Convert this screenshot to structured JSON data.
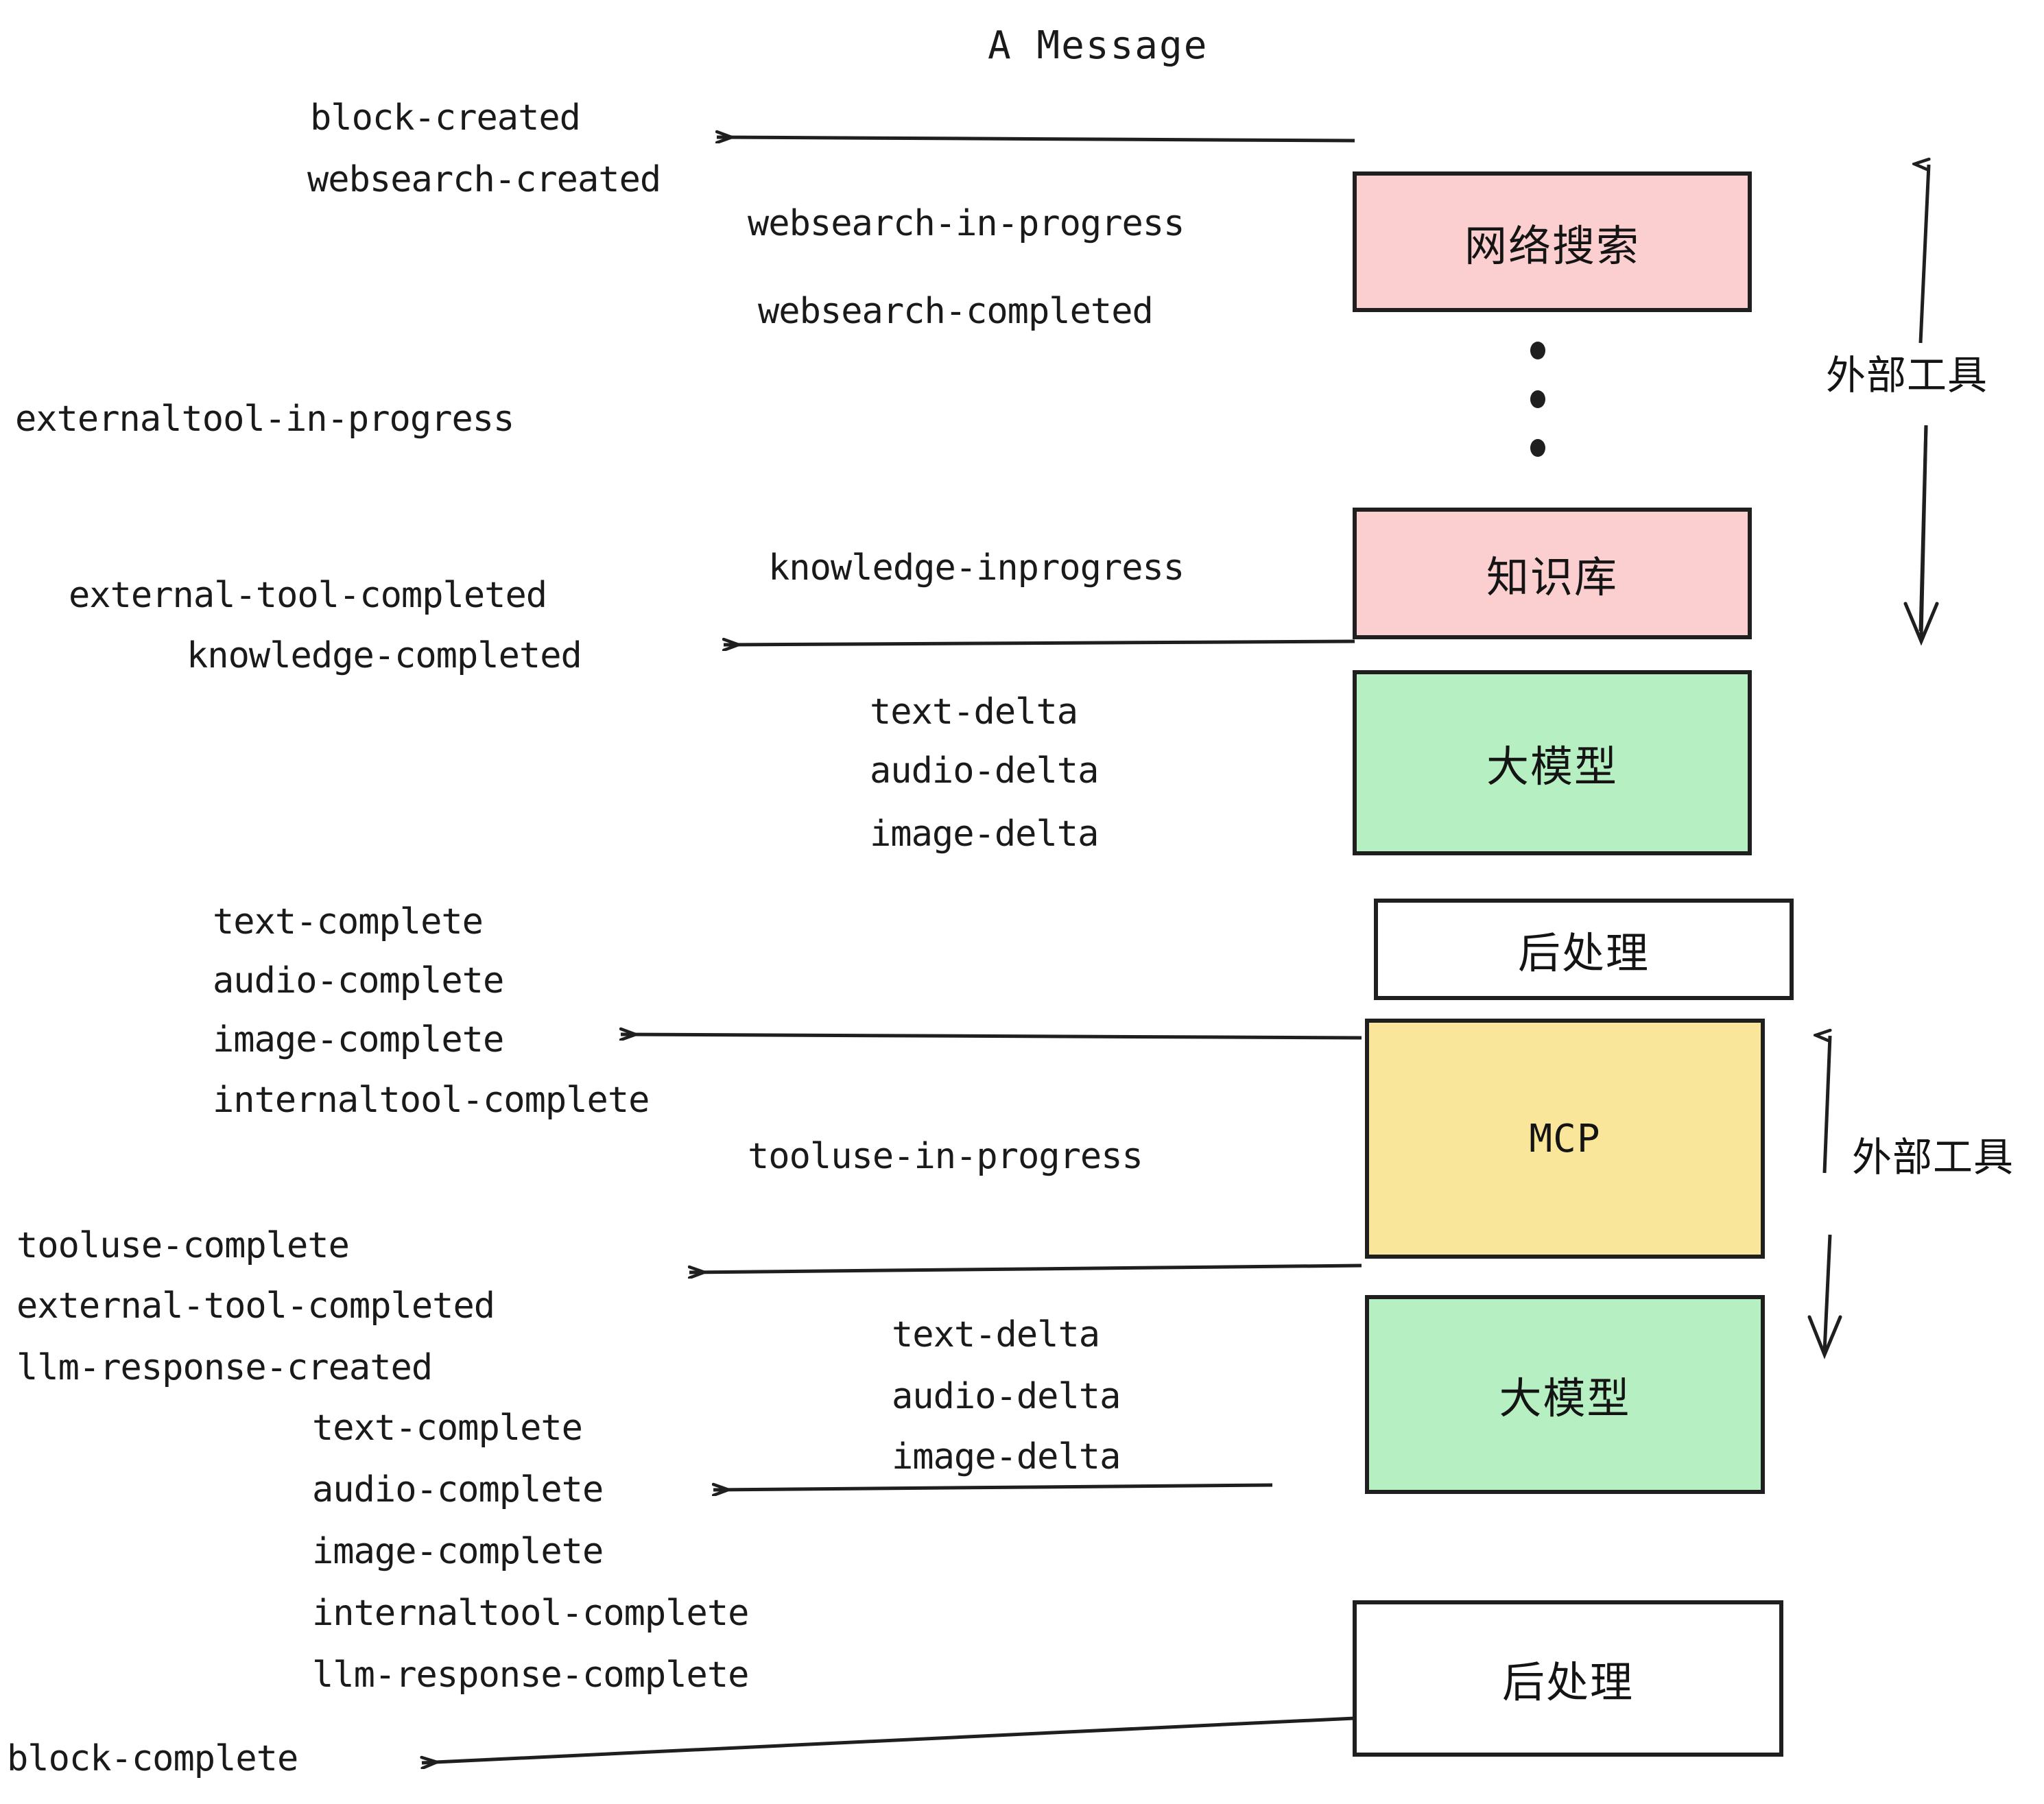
{
  "title": "A Message",
  "colors": {
    "pink": "#fbcfcf",
    "green": "#b6efc2",
    "yellow": "#fae69a",
    "white": "#ffffff",
    "stroke": "#1f1f1f",
    "text": "#1a1a1a"
  },
  "nodes": [
    {
      "id": "websearch",
      "label": "网络搜索",
      "fill": "pink"
    },
    {
      "id": "knowledge",
      "label": "知识库",
      "fill": "pink"
    },
    {
      "id": "llm-1",
      "label": "大模型",
      "fill": "green"
    },
    {
      "id": "postprocess-1",
      "label": "后处理",
      "fill": "white"
    },
    {
      "id": "mcp",
      "label": "MCP",
      "fill": "yellow"
    },
    {
      "id": "llm-2",
      "label": "大模型",
      "fill": "green"
    },
    {
      "id": "postprocess-2",
      "label": "后处理",
      "fill": "white"
    }
  ],
  "side_labels": [
    {
      "id": "external-tools-top",
      "label": "外部工具"
    },
    {
      "id": "external-tools-bottom",
      "label": "外部工具"
    }
  ],
  "events": [
    {
      "id": "e01",
      "text": "block-created"
    },
    {
      "id": "e02",
      "text": "websearch-created"
    },
    {
      "id": "e03",
      "text": "websearch-in-progress"
    },
    {
      "id": "e04",
      "text": "websearch-completed"
    },
    {
      "id": "e05",
      "text": "externaltool-in-progress"
    },
    {
      "id": "e06",
      "text": "knowledge-inprogress"
    },
    {
      "id": "e07",
      "text": "external-tool-completed"
    },
    {
      "id": "e08",
      "text": "knowledge-completed"
    },
    {
      "id": "e09",
      "text": "text-delta"
    },
    {
      "id": "e10",
      "text": "audio-delta"
    },
    {
      "id": "e11",
      "text": "image-delta"
    },
    {
      "id": "e12",
      "text": "text-complete"
    },
    {
      "id": "e13",
      "text": "audio-complete"
    },
    {
      "id": "e14",
      "text": "image-complete"
    },
    {
      "id": "e15",
      "text": "internaltool-complete"
    },
    {
      "id": "e16",
      "text": "tooluse-in-progress"
    },
    {
      "id": "e17",
      "text": "tooluse-complete"
    },
    {
      "id": "e18",
      "text": "external-tool-completed"
    },
    {
      "id": "e19",
      "text": "llm-response-created"
    },
    {
      "id": "e20",
      "text": "text-delta"
    },
    {
      "id": "e21",
      "text": "audio-delta"
    },
    {
      "id": "e22",
      "text": "image-delta"
    },
    {
      "id": "e23",
      "text": "text-complete"
    },
    {
      "id": "e24",
      "text": "audio-complete"
    },
    {
      "id": "e25",
      "text": "image-complete"
    },
    {
      "id": "e26",
      "text": "internaltool-complete"
    },
    {
      "id": "e27",
      "text": "llm-response-complete"
    },
    {
      "id": "e28",
      "text": "block-complete"
    }
  ]
}
